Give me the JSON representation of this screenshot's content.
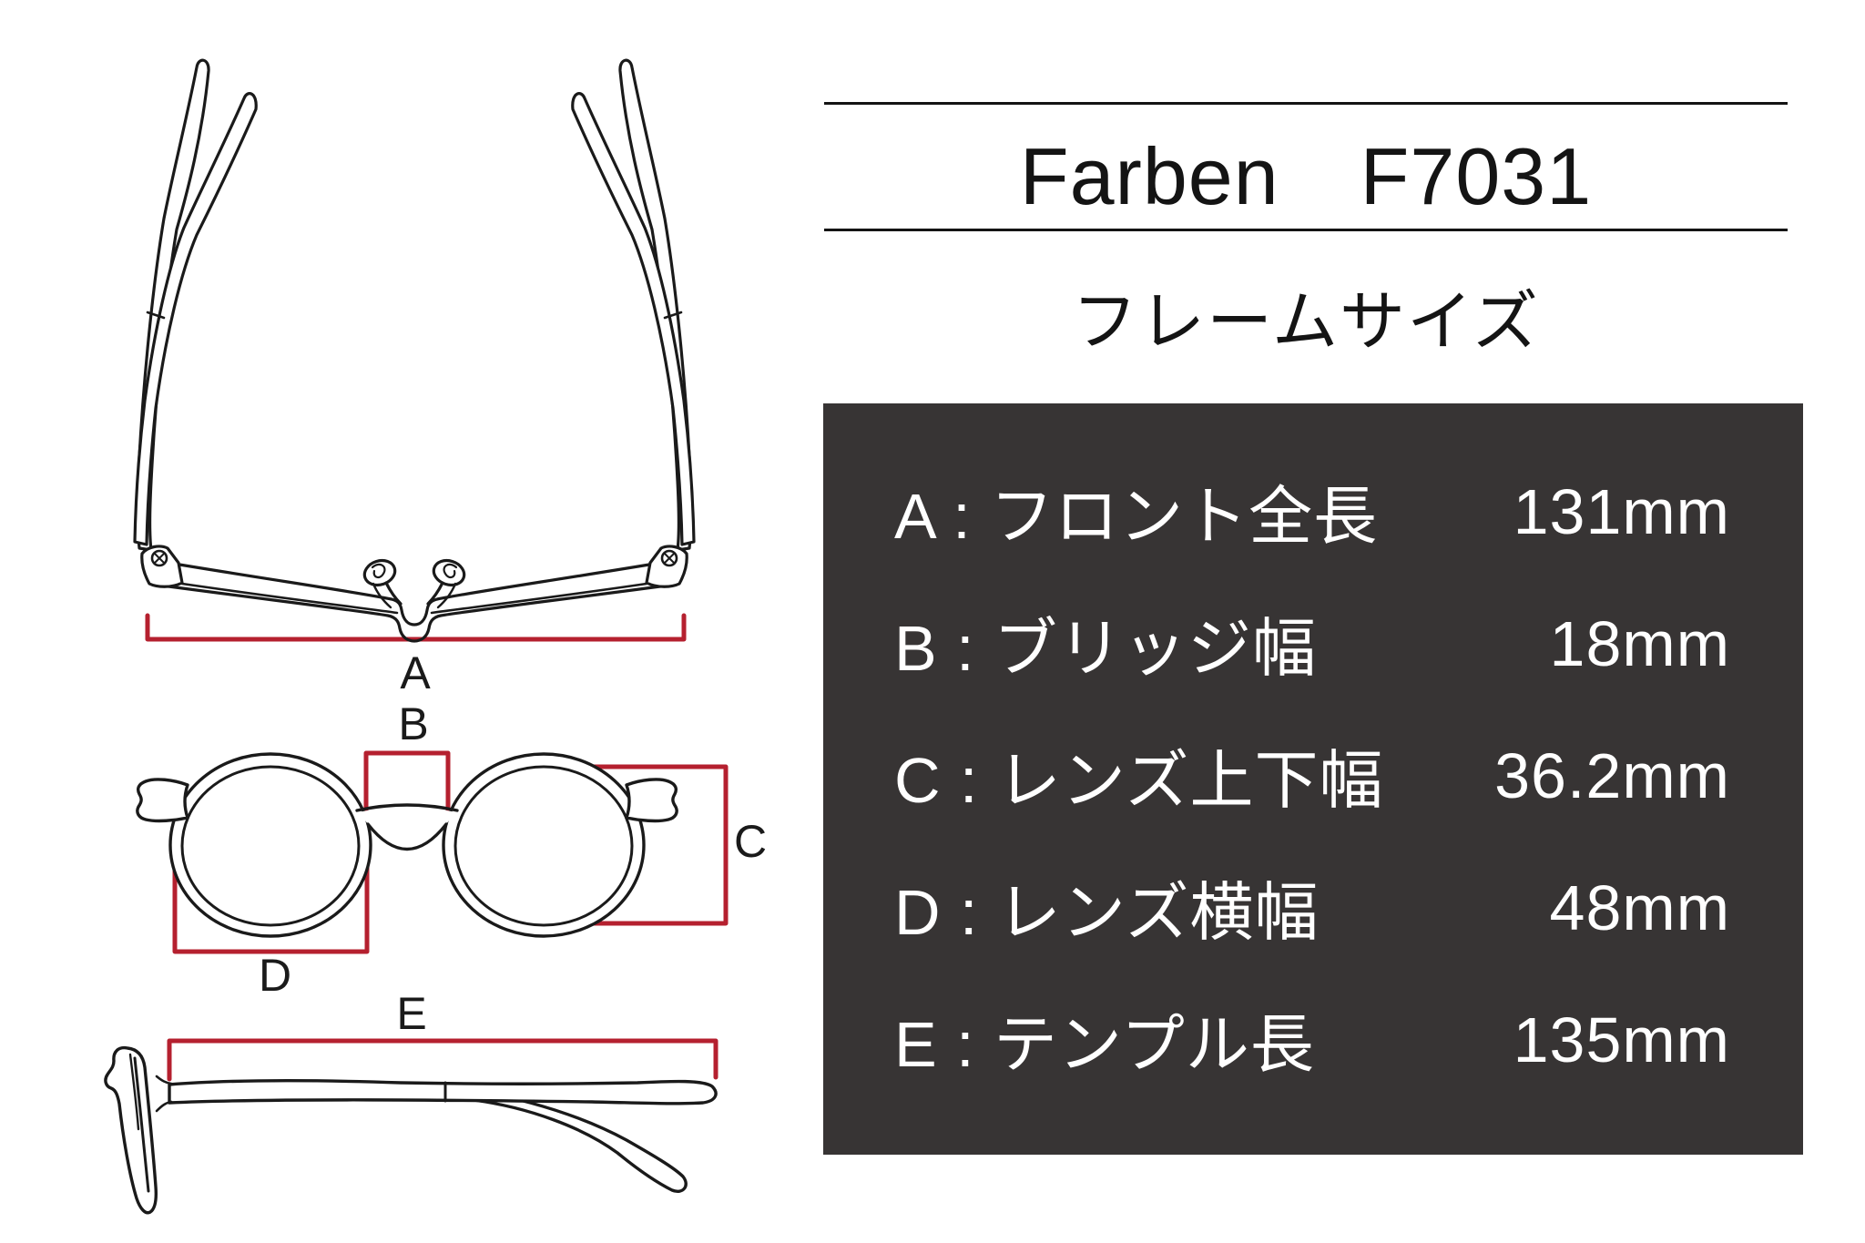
{
  "header": {
    "title": "Farben　F7031",
    "subtitle": "フレームサイズ"
  },
  "size_table": {
    "separator": " : ",
    "rows": [
      {
        "key": "A",
        "name": "フロント全長",
        "value": "131mm"
      },
      {
        "key": "B",
        "name": "ブリッジ幅",
        "value": "18mm"
      },
      {
        "key": "C",
        "name": "レンズ上下幅",
        "value": "36.2mm"
      },
      {
        "key": "D",
        "name": "レンズ横幅",
        "value": "48mm"
      },
      {
        "key": "E",
        "name": "テンプル長",
        "value": "135mm"
      }
    ]
  },
  "diagram": {
    "labels": {
      "A": "A",
      "B": "B",
      "C": "C",
      "D": "D",
      "E": "E"
    }
  },
  "colors": {
    "accent_red": "#b5202f",
    "panel_bg": "#373434",
    "ink": "#1a1a1a",
    "text_light": "#ffffff"
  }
}
